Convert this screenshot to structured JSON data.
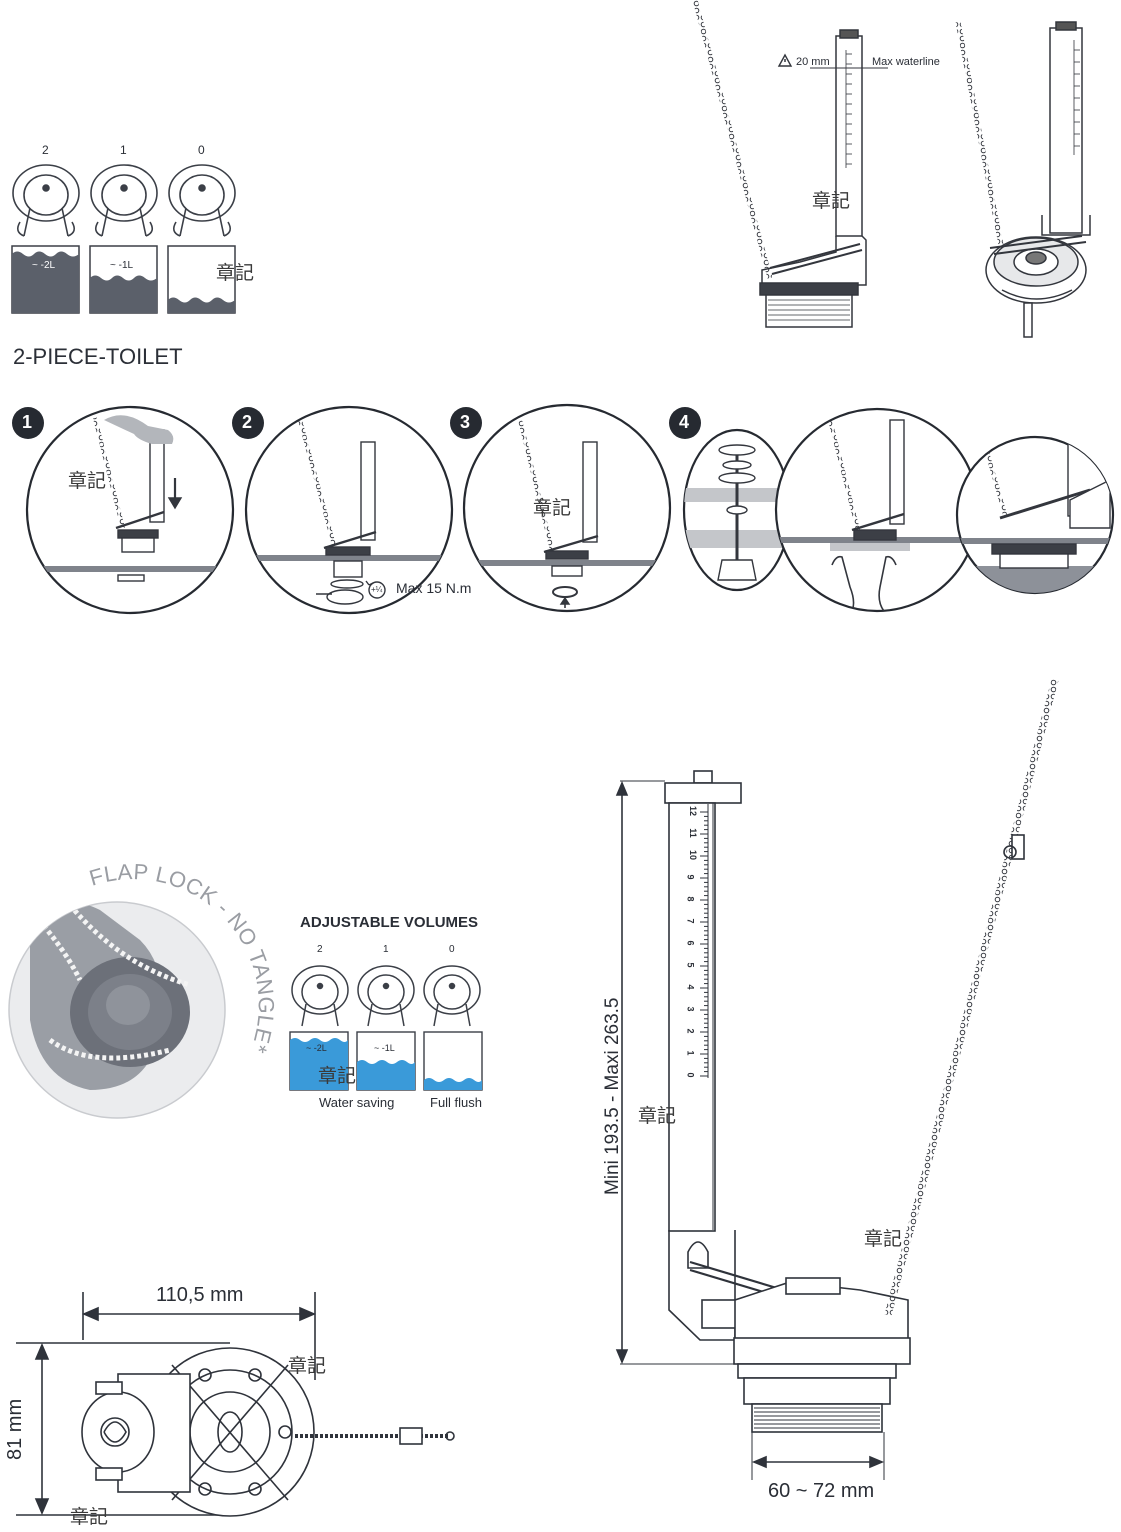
{
  "top_left_volumes": {
    "positions": [
      "2",
      "1",
      "0"
    ],
    "volume_labels": [
      "~ -2L",
      "~ -1L"
    ]
  },
  "title_two_piece": "2-PIECE-TOILET",
  "install_steps": {
    "numbers": [
      "1",
      "2",
      "3",
      "4"
    ],
    "torque_label": "Max 15 N.m",
    "quarter_turn": "+¼"
  },
  "top_right": {
    "clearance": "20 mm",
    "waterline": "Max waterline"
  },
  "flap_lock_text": "FLAP LOCK - NO TANGLE*",
  "adjustable_volumes": {
    "title": "ADJUSTABLE VOLUMES",
    "positions": [
      "2",
      "1",
      "0"
    ],
    "volume_labels": [
      "~ -2L",
      "~ -1L"
    ],
    "water_saving": "Water saving",
    "full_flush": "Full flush"
  },
  "dimensions": {
    "width": "110,5 mm",
    "height": "81 mm",
    "column_height": "Mini 193.5 - Maxi 263.5",
    "thread": "60 ~ 72 mm"
  },
  "scale_ticks": [
    "12",
    "11",
    "10",
    "9",
    "8",
    "7",
    "6",
    "5",
    "4",
    "3",
    "2",
    "1",
    "0"
  ],
  "stamp_text": "章記",
  "colors": {
    "water_grey": "#5b606a",
    "water_blue": "#3a9ad9",
    "line": "#2f333b",
    "rail_grey": "#8d9199"
  }
}
